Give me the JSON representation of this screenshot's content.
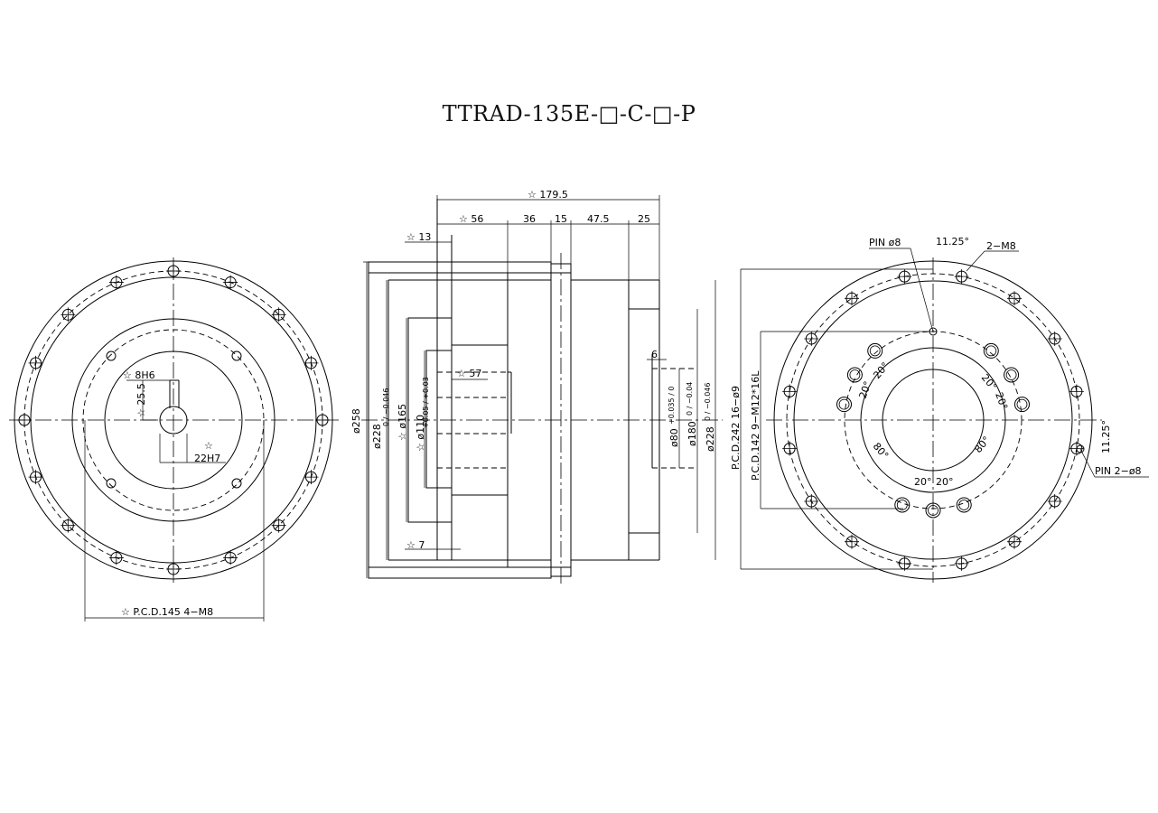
{
  "title": "TTRAD-135E-□-C-□-P",
  "left_view": {
    "key_width": "☆ 8H6",
    "key_depth": "☆ 25.5",
    "bore": "22H7",
    "bolt_circle": "☆ P.C.D.145  4−M8"
  },
  "side_view": {
    "overall_length": "☆ 179.5",
    "seg_56": "☆ 56",
    "seg_36": "36",
    "seg_15": "15",
    "seg_47_5": "47.5",
    "seg_25": "25",
    "seg_13": "☆ 13",
    "seg_57": "☆ 57",
    "seg_7": "☆ 7",
    "seg_6": "6",
    "dia_258": "ø258",
    "dia_228_left": "ø228",
    "dia_228_left_tol": "0 / −0.046",
    "dia_165": "☆ ø165",
    "dia_110": "☆ ø110",
    "dia_110_tol": "+0.05 / +0.03",
    "dia_80": "ø80",
    "dia_80_tol": "+0.035 / 0",
    "dia_180": "ø180",
    "dia_180_tol": "0 / −0.04",
    "dia_228_right": "ø228",
    "dia_228_right_tol": "0 / −0.046"
  },
  "right_view": {
    "pin_top": "PIN  ø8",
    "angle_11_25_top": "11.25°",
    "tap_2m8": "2−M8",
    "angle_11_25_right": "11.25°",
    "pin_right": "PIN  2−ø8",
    "pcd_242": "P.C.D.242  16−ø9",
    "pcd_142": "P.C.D.142  9−M12*16L",
    "angle_20": "20°",
    "angle_80": "80°"
  }
}
